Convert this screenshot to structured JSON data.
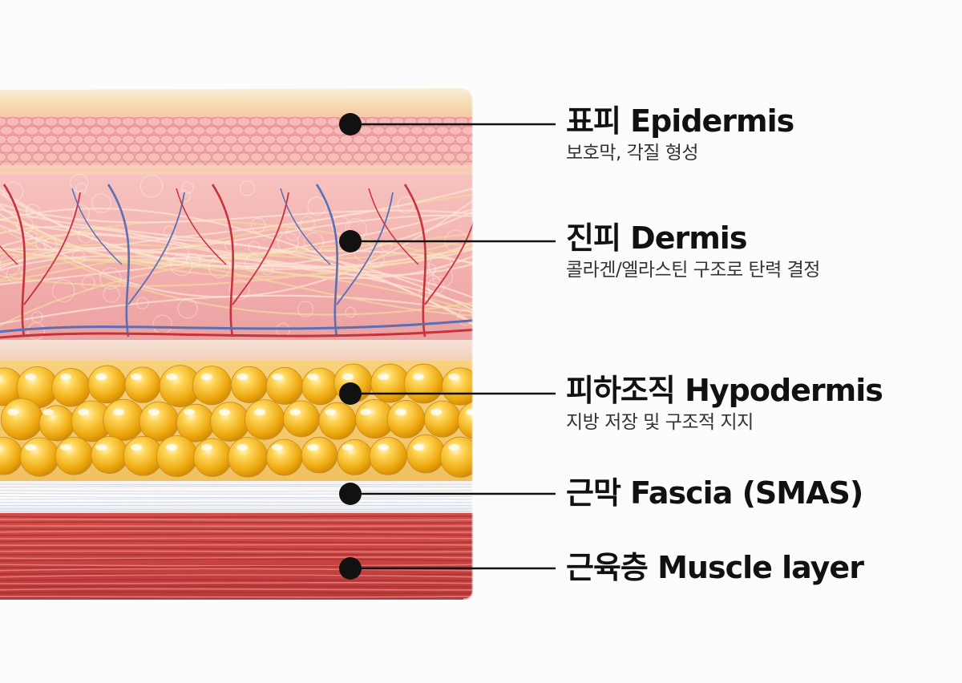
{
  "layers": [
    {
      "id": "epidermis",
      "title": "표피 Epidermis",
      "desc": "보호막, 각질 형성"
    },
    {
      "id": "dermis",
      "title": "진피 Dermis",
      "desc": "콜라겐/엘라스틴 구조로 탄력 결정"
    },
    {
      "id": "hypodermis",
      "title": "피하조직 Hypodermis",
      "desc": "지방 저장 및 구조적 지지"
    },
    {
      "id": "fascia",
      "title": "근막 Fascia (SMAS)",
      "desc": ""
    },
    {
      "id": "muscle",
      "title": "근육층 Muscle layer",
      "desc": ""
    }
  ],
  "colors": {
    "epidermis_top": "#f7e3c2",
    "epidermis": "#f2a7a4",
    "dermis": "#f5b7b4",
    "fat": "#f0b21c",
    "fascia": "#eef0f4",
    "muscle": "#cf4b48",
    "leader": "#111111"
  }
}
